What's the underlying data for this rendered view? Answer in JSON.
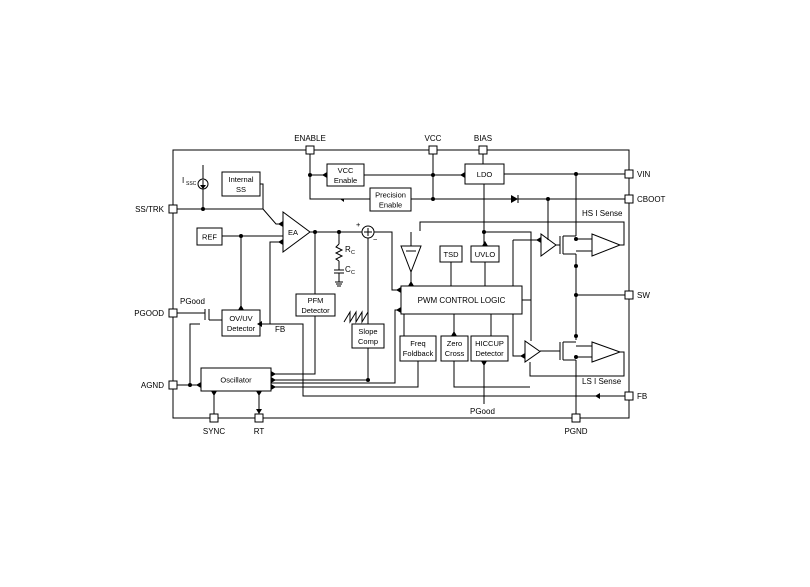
{
  "pins": {
    "enable": "ENABLE",
    "vcc": "VCC",
    "bias": "BIAS",
    "vin": "VIN",
    "cboot": "CBOOT",
    "ss_trk": "SS/TRK",
    "pgood": "PGOOD",
    "agnd": "AGND",
    "sw": "SW",
    "fb": "FB",
    "sync": "SYNC",
    "rt": "RT",
    "pgnd": "PGND"
  },
  "blocks": {
    "internal_ss": [
      "Internal",
      "SS"
    ],
    "ref": "REF",
    "vcc_enable": [
      "VCC",
      "Enable"
    ],
    "ldo": "LDO",
    "precision_enable": [
      "Precision",
      "Enable"
    ],
    "ea": "EA",
    "tsd": "TSD",
    "uvlo": "UVLO",
    "pwm_logic": "PWM CONTROL LOGIC",
    "pfm_detector": [
      "PFM",
      "Detector"
    ],
    "ov_uv_detector": [
      "OV/UV",
      "Detector"
    ],
    "slope_comp": [
      "Slope",
      "Comp"
    ],
    "freq_foldback": [
      "Freq",
      "Foldback"
    ],
    "zero_cross": [
      "Zero",
      "Cross"
    ],
    "hiccup_detector": [
      "HICCUP",
      "Detector"
    ],
    "oscillator": "Oscillator"
  },
  "labels": {
    "issc_main": "I",
    "issc_sub": "SSC",
    "rc_main": "R",
    "rc_sub": "C",
    "cc_main": "C",
    "cc_sub": "C",
    "hs_sense": "HS I Sense",
    "ls_sense": "LS I Sense",
    "pgood_internal": "PGood",
    "fb_internal": "FB",
    "pgood_bottom": "PGood",
    "plus": "+",
    "minus": "−"
  }
}
